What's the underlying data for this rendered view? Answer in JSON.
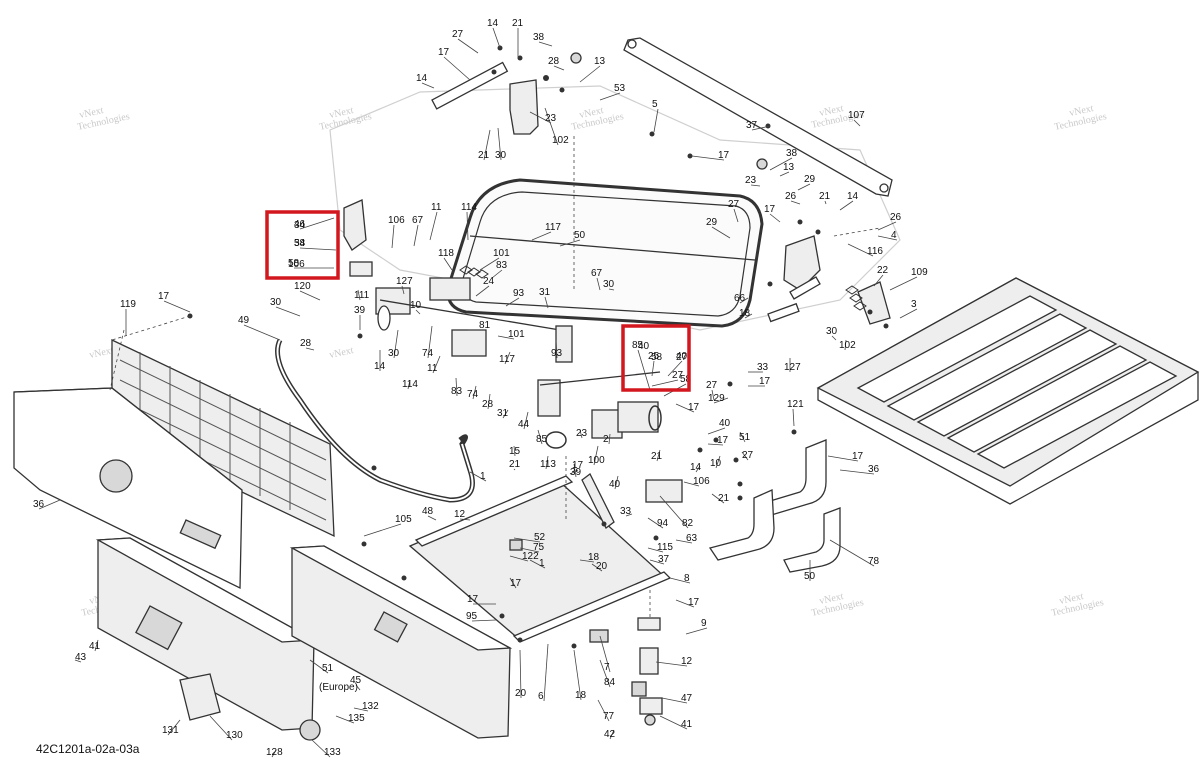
{
  "drawing_id": "42C1201a-02a-03a",
  "watermark": [
    "vNext",
    "Technologies"
  ],
  "callouts": [
    "27",
    "14",
    "21",
    "38",
    "17",
    "28",
    "13",
    "14",
    "23",
    "53",
    "5",
    "21",
    "30",
    "102",
    "37",
    "107",
    "17",
    "38",
    "23",
    "13",
    "29",
    "26",
    "21",
    "14",
    "17",
    "27",
    "29",
    "26",
    "4",
    "116",
    "46",
    "34",
    "58",
    "106",
    "67",
    "11",
    "114",
    "117",
    "50",
    "118",
    "101",
    "83",
    "127",
    "10",
    "24",
    "93",
    "67",
    "30",
    "111",
    "81",
    "31",
    "101",
    "93",
    "85",
    "25",
    "40",
    "58",
    "27",
    "33",
    "17",
    "127",
    "22",
    "109",
    "3",
    "66",
    "18",
    "102",
    "30",
    "119",
    "17",
    "49",
    "30",
    "120",
    "28",
    "39",
    "14",
    "30",
    "74",
    "11",
    "114",
    "83",
    "117",
    "74",
    "28",
    "31",
    "44",
    "85",
    "113",
    "15",
    "21",
    "39",
    "100",
    "2",
    "40",
    "21",
    "14",
    "106",
    "10",
    "21",
    "82",
    "33",
    "94",
    "63",
    "121",
    "17",
    "36",
    "78",
    "50",
    "36",
    "105",
    "1",
    "48",
    "12",
    "52",
    "75",
    "18",
    "20",
    "115",
    "37",
    "122",
    "1",
    "17",
    "8",
    "17",
    "17",
    "9",
    "95",
    "20",
    "6",
    "18",
    "7",
    "84",
    "12",
    "47",
    "77",
    "41",
    "42",
    "41",
    "43",
    "51",
    "(Europe)",
    "132",
    "135",
    "131",
    "130",
    "128",
    "133",
    "45",
    "129",
    "51",
    "27",
    "40",
    "17",
    "27",
    "17",
    "23",
    "17",
    "21",
    "2"
  ],
  "highlight_groups": [
    {
      "name": "group-left",
      "labels": [
        "34",
        "58",
        "106"
      ]
    },
    {
      "name": "group-center",
      "labels": [
        "40",
        "58",
        "27"
      ]
    }
  ]
}
